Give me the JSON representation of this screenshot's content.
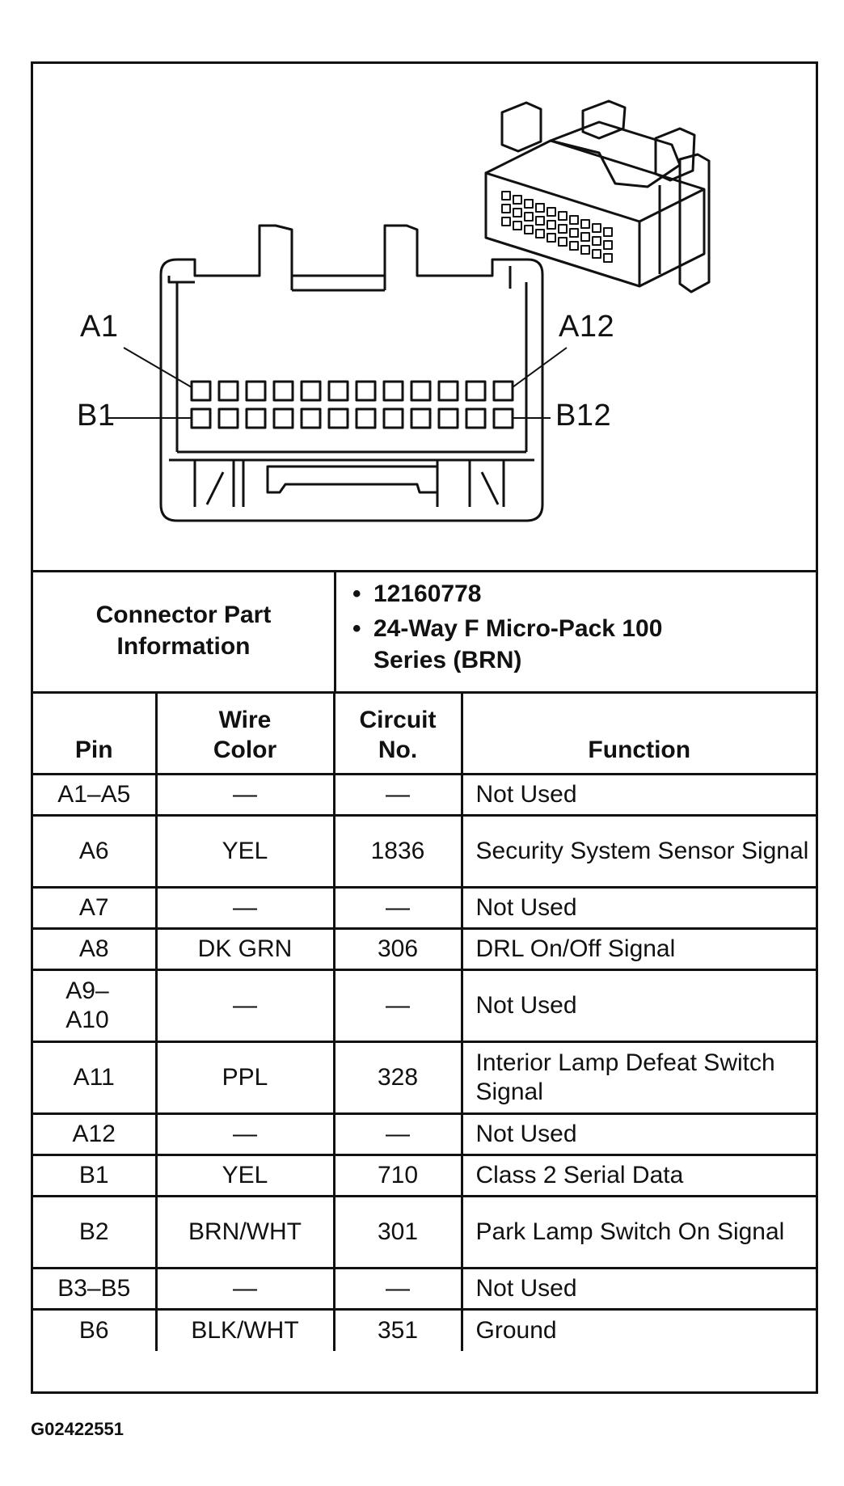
{
  "connector_labels": {
    "a_first": "A1",
    "a_last": "A12",
    "b_first": "B1",
    "b_last": "B12"
  },
  "info": {
    "label": "Connector Part Information",
    "items": [
      {
        "bullet": "•",
        "text": "12160778"
      },
      {
        "bullet": "•",
        "text": "24-Way F Micro-Pack 100 Series (BRN)"
      }
    ]
  },
  "table": {
    "headers": {
      "pin": "Pin",
      "wire_color": "Wire Color",
      "circuit": "Circuit No.",
      "function": "Function"
    },
    "rows": [
      {
        "pin": "A1–A5",
        "wire": "—",
        "circuit": "—",
        "function": "Not Used"
      },
      {
        "pin": "A6",
        "wire": "YEL",
        "circuit": "1836",
        "function": "Security System Sensor Signal"
      },
      {
        "pin": "A7",
        "wire": "—",
        "circuit": "—",
        "function": "Not Used"
      },
      {
        "pin": "A8",
        "wire": "DK GRN",
        "circuit": "306",
        "function": "DRL On/Off Signal"
      },
      {
        "pin": "A9–A10",
        "wire": "—",
        "circuit": "—",
        "function": "Not Used"
      },
      {
        "pin": "A11",
        "wire": "PPL",
        "circuit": "328",
        "function": "Interior Lamp Defeat Switch Signal"
      },
      {
        "pin": "A12",
        "wire": "—",
        "circuit": "—",
        "function": "Not Used"
      },
      {
        "pin": "B1",
        "wire": "YEL",
        "circuit": "710",
        "function": "Class 2 Serial Data"
      },
      {
        "pin": "B2",
        "wire": "BRN/WHT",
        "circuit": "301",
        "function": "Park Lamp Switch On Signal"
      },
      {
        "pin": "B3–B5",
        "wire": "—",
        "circuit": "—",
        "function": "Not Used"
      },
      {
        "pin": "B6",
        "wire": "BLK/WHT",
        "circuit": "351",
        "function": "Ground"
      }
    ]
  },
  "caption": "G02422551"
}
